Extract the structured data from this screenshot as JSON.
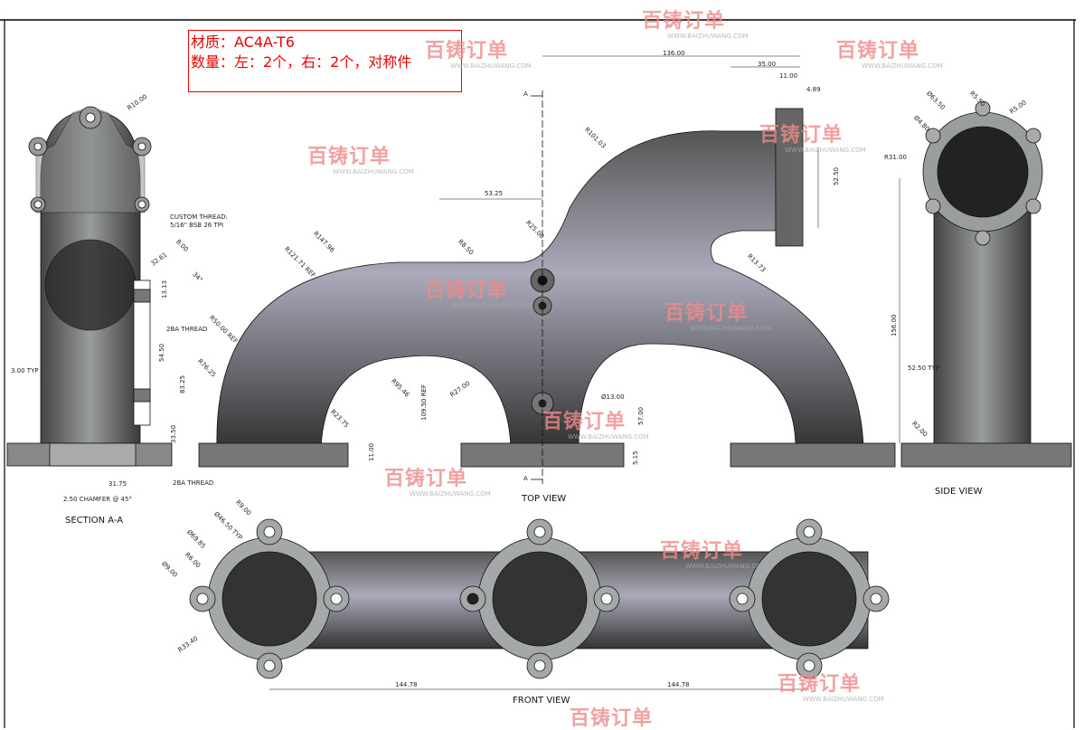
{
  "note": {
    "material": "材质：AC4A-T6",
    "quantity": "数量：左：2个，右：2个，对称件"
  },
  "watermark": {
    "brand": "百铸订单",
    "url": "WWW.BAIZHUWANG.COM"
  },
  "views": {
    "section": "SECTION A-A",
    "top": "TOP VIEW",
    "side": "SIDE VIEW",
    "front": "FRONT VIEW",
    "section_mark": "A"
  },
  "section_dims": {
    "r10": "R10.00",
    "thread1": "CUSTOM THREAD:",
    "thread1b": "5/16\" BSB 26 TPI",
    "d800": "8.00",
    "d3261": "32.61",
    "ang": "34°",
    "d1313": "13.13",
    "thread2": "2BA THREAD",
    "typ": "3.00 TYP",
    "d5450": "54.50",
    "d8325": "83.25",
    "d3350": "33.50",
    "d3175": "31.75",
    "thread3": "2BA THREAD",
    "chamfer": "2.50 CHAMFER @ 45°"
  },
  "top_dims": {
    "r50": "R50.00 REF",
    "r7625": "R76.25",
    "r12171": "R121.71 REF",
    "r14796": "R147.96",
    "d5325": "53.25",
    "r25": "R25.00",
    "r850": "R8.50",
    "r10103": "R101.03",
    "r9546": "R95.46",
    "d10950": "109.50 REF",
    "r27": "R27.00",
    "r2375": "R23.75",
    "dia13": "Ø13.00",
    "d57": "57.00",
    "d11v": "11.00",
    "d515": "5.15",
    "d136": "136.00",
    "d35": "35.00",
    "d11": "11.00",
    "d489": "4.89",
    "d5250": "52.50",
    "r1373": "R13.73"
  },
  "side_dims": {
    "dia6350": "Ø63.50",
    "r550": "R5.50",
    "r500": "R5.00",
    "dia480": "Ø4.80",
    "r31": "R31.00",
    "d156": "156.00",
    "typ": "52.50 TYP",
    "r2": "R2.00"
  },
  "front_dims": {
    "r9": "R9.00",
    "dia4650": "Ø46.50 TYP",
    "dia6985": "Ø69.85",
    "r6": "R6.00",
    "dia9": "Ø9.00",
    "r3340": "R33.40",
    "d14478a": "144.78",
    "d14478b": "144.78"
  }
}
